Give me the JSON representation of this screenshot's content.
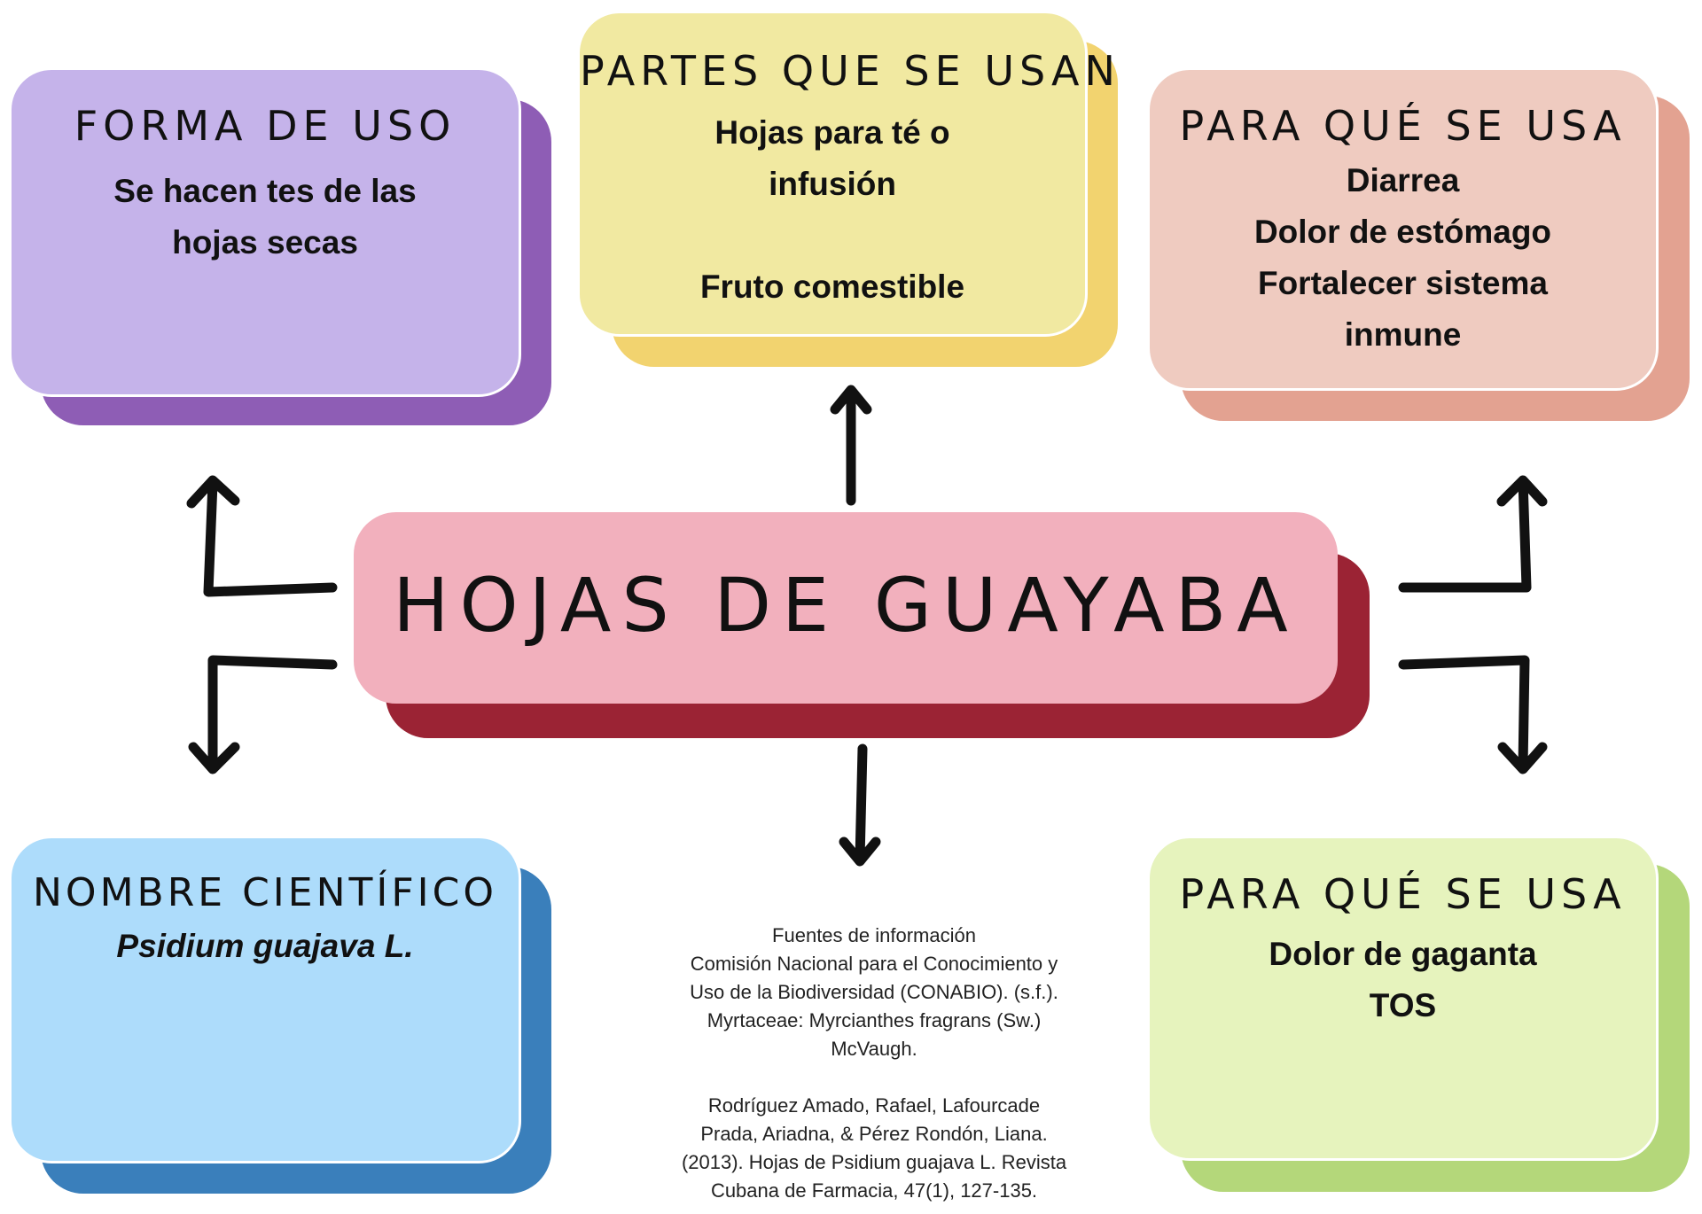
{
  "center": {
    "title": "HOJAS DE GUAYABA",
    "color": "#f2b0bd",
    "shadow": "#9b2334"
  },
  "boxes": {
    "forma": {
      "title": "FORMA DE USO",
      "lines": [
        "Se hacen tes de las",
        "hojas secas"
      ],
      "color": "#c5b3ea",
      "shadow": "#8e5db5"
    },
    "partes": {
      "title": "PARTES QUE SE USAN",
      "lines": [
        "Hojas  para té o",
        "infusión",
        "",
        "Fruto comestible"
      ],
      "color": "#f1e9a1",
      "shadow": "#f2d36f"
    },
    "para1": {
      "title": "PARA QUÉ SE USA",
      "lines": [
        "Diarrea",
        "Dolor de estómago",
        "Fortalecer sistema",
        "inmune"
      ],
      "color": "#efcbc0",
      "shadow": "#e3a291"
    },
    "nombre": {
      "title": "NOMBRE CIENTÍFICO",
      "lines": [
        "Psidium guajava L."
      ],
      "color": "#addcfb",
      "shadow": "#3a7fbb"
    },
    "para2": {
      "title": "PARA QUÉ SE USA",
      "lines": [
        "Dolor de gaganta",
        "TOS"
      ],
      "color": "#e6f3bd",
      "shadow": "#b4d77a"
    }
  },
  "sources": {
    "lines": [
      "Fuentes de información",
      "Comisión Nacional para el Conocimiento y",
      "Uso de la Biodiversidad (CONABIO). (s.f.).",
      "Myrtaceae: Myrcianthes fragrans (Sw.)",
      "McVaugh.",
      "",
      "Rodríguez Amado, Rafael, Lafourcade",
      "Prada, Ariadna, & Pérez Rondón, Liana.",
      "(2013). Hojas de Psidium guajava L. Revista",
      "Cubana de Farmacia, 47(1), 127-135."
    ]
  }
}
